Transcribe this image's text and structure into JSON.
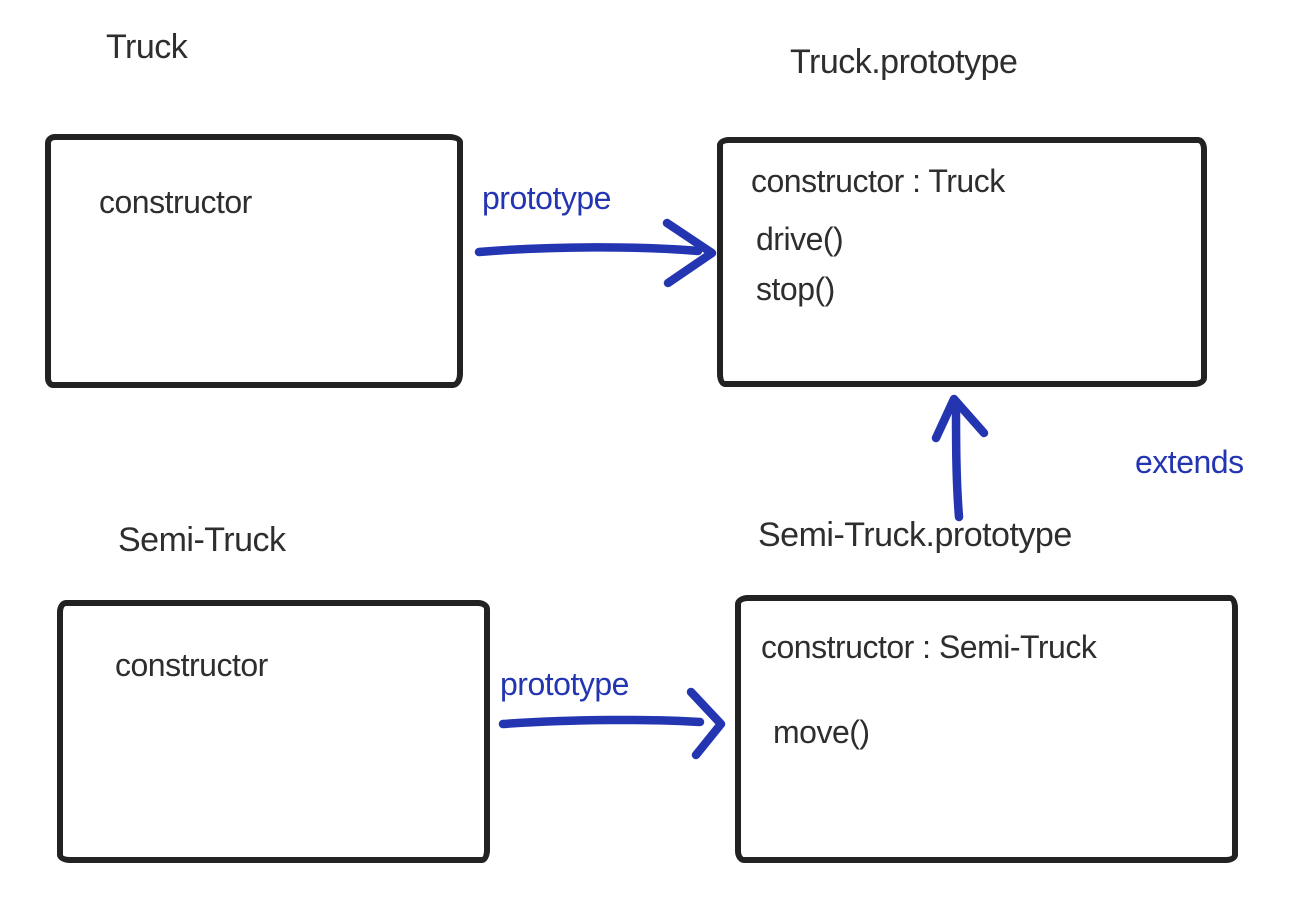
{
  "colors": {
    "ink": "#222222",
    "text": "#2e2e2e",
    "accent": "#2435b2",
    "background": "#ffffff"
  },
  "nodes": [
    {
      "id": "truck",
      "label": "Truck",
      "members": [
        "constructor"
      ]
    },
    {
      "id": "truck-prototype",
      "label": "Truck.prototype",
      "members": [
        "constructor : Truck",
        "drive()",
        "stop()"
      ]
    },
    {
      "id": "semi-truck",
      "label": "Semi-Truck",
      "members": [
        "constructor"
      ]
    },
    {
      "id": "semi-truck-prototype",
      "label": "Semi-Truck.prototype",
      "members": [
        "constructor : Semi-Truck",
        "move()"
      ]
    }
  ],
  "edges": [
    {
      "id": "truck-prototype-edge",
      "label": "prototype",
      "from": "Truck",
      "to": "Truck.prototype",
      "direction": "right"
    },
    {
      "id": "extends-edge",
      "label": "extends",
      "from": "Semi-Truck.prototype",
      "to": "Truck.prototype",
      "direction": "up"
    },
    {
      "id": "semi-truck-prototype-edge",
      "label": "prototype",
      "from": "Semi-Truck",
      "to": "Semi-Truck.prototype",
      "direction": "right"
    }
  ]
}
